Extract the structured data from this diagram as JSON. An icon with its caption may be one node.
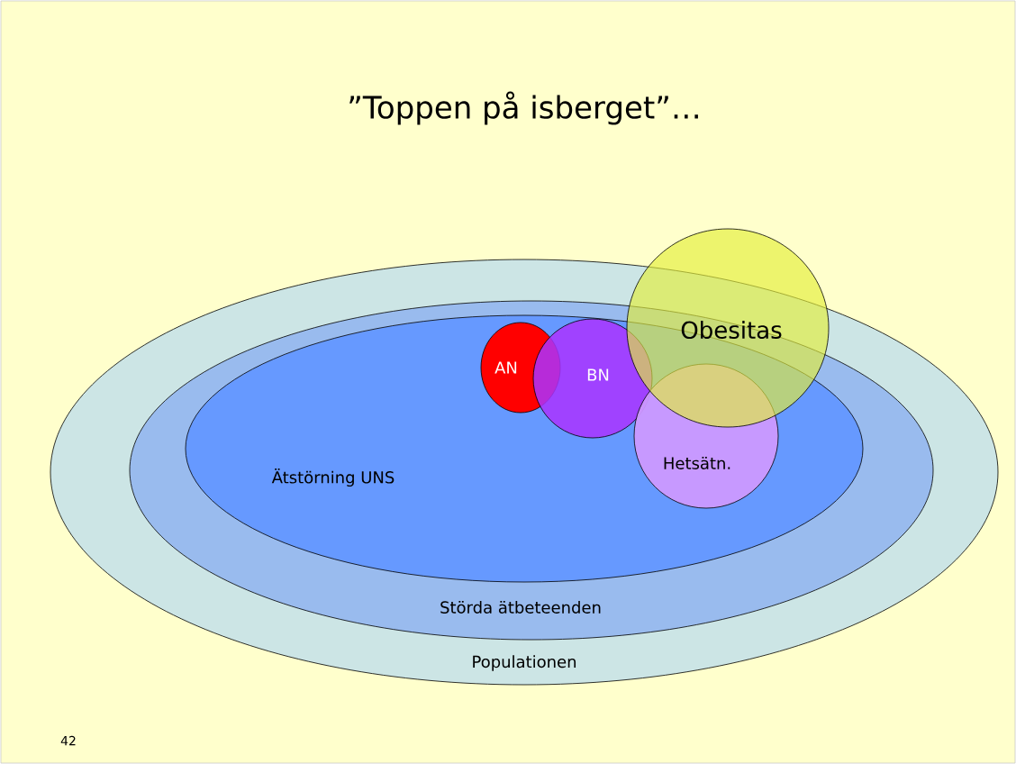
{
  "diagram": {
    "title": "”Toppen på isberget”…",
    "nodes": [
      {
        "text": [
          "Populationen"
        ]
      },
      {
        "text": [
          "Störda ätbeteenden"
        ],
        "in": 0
      },
      {
        "text": [
          "Ätstörning UNS"
        ],
        "in": 1
      },
      {
        "text": [
          "AN"
        ],
        "in": 2
      },
      {
        "text": [
          "BN"
        ],
        "in": 2
      },
      {
        "text": [
          "Hetsätn."
        ],
        "in": 2
      },
      {
        "text": [
          "Obesitas"
        ]
      }
    ],
    "labels": [
      "42"
    ]
  }
}
